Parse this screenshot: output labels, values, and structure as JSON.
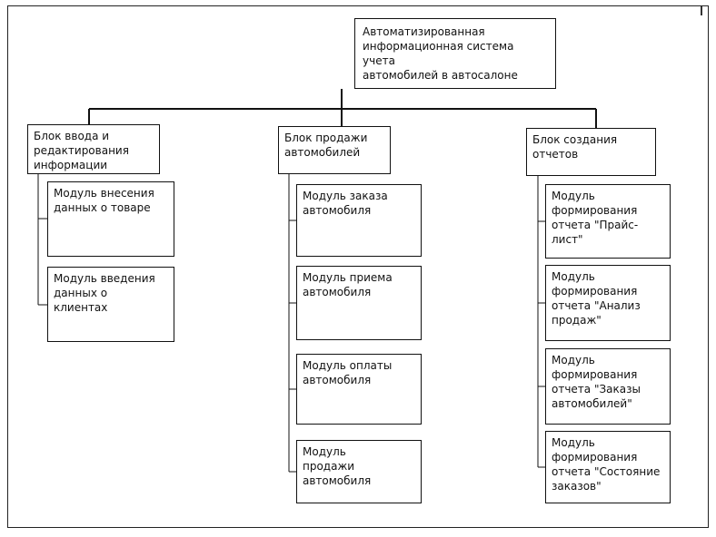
{
  "diagram": {
    "root": {
      "label": "Автоматизированная\nинформационная система учета\nавтомобилей в автосалоне"
    },
    "blocks": [
      {
        "label": "Блок ввода и\nредактирования\nинформации",
        "modules": [
          "Модуль внесения\nданных о товаре",
          "Модуль введения\nданных о\nклиентах"
        ]
      },
      {
        "label": "Блок продажи\nавтомобилей",
        "modules": [
          "Модуль заказа\nавтомобиля",
          "Модуль приема\nавтомобиля",
          "Модуль оплаты\nавтомобиля",
          "Модуль\nпродажи\nавтомобиля"
        ]
      },
      {
        "label": "Блок создания\nотчетов",
        "modules": [
          "Модуль\nформирования\nотчета \"Прайс-\nлист\"",
          "Модуль\nформирования\nотчета \"Анализ\nпродаж\"",
          "Модуль\nформирования\nотчета \"Заказы\nавтомобилей\"",
          "Модуль\nформирования\nотчета \"Состояние\nзаказов\""
        ]
      }
    ]
  }
}
